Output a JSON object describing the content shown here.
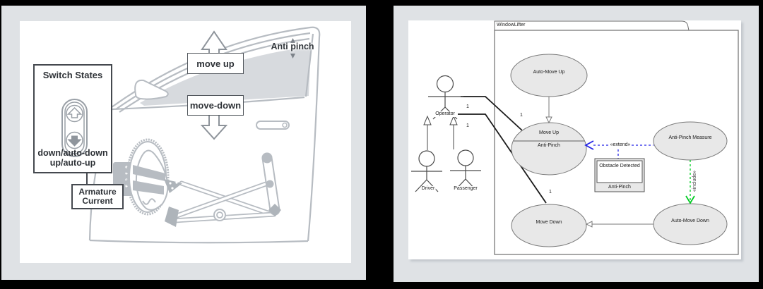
{
  "left_panel": {
    "switch_box": {
      "title": "Switch States",
      "caption_line1": "down/auto-down",
      "caption_line2": "up/auto-up"
    },
    "armature_box": {
      "line1": "Armature",
      "line2": "Current"
    },
    "move_up_label": "move up",
    "move_down_label": "move-down",
    "anti_pinch_label": "Anti pinch"
  },
  "right_panel": {
    "package_name": "WindowLifter",
    "actors": [
      {
        "name": "Operator"
      },
      {
        "name": "Driver"
      },
      {
        "name": "Passenger"
      }
    ],
    "use_cases": {
      "auto_move_up": "Auto-Move Up",
      "move_up": "Move Up",
      "move_up_extension_point": "Anti-Pinch",
      "anti_pinch_measure": "Anti-Pinch Measure",
      "move_down": "Move Down",
      "auto_move_down": "Auto-Move Down"
    },
    "relations": {
      "extend_label": "«extend»",
      "include_label": "«include»"
    },
    "condition_box": {
      "condition": "Obstacle Detected",
      "extension_point": "Anti-Pinch"
    },
    "multiplicities": [
      "1",
      "1",
      "1",
      "1"
    ],
    "colors": {
      "extend_dependency": "#2323e6",
      "include_dependency": "#00cc22",
      "use_case_fill": "#e8e8e8",
      "panel_background": "#dfe2e5"
    }
  }
}
